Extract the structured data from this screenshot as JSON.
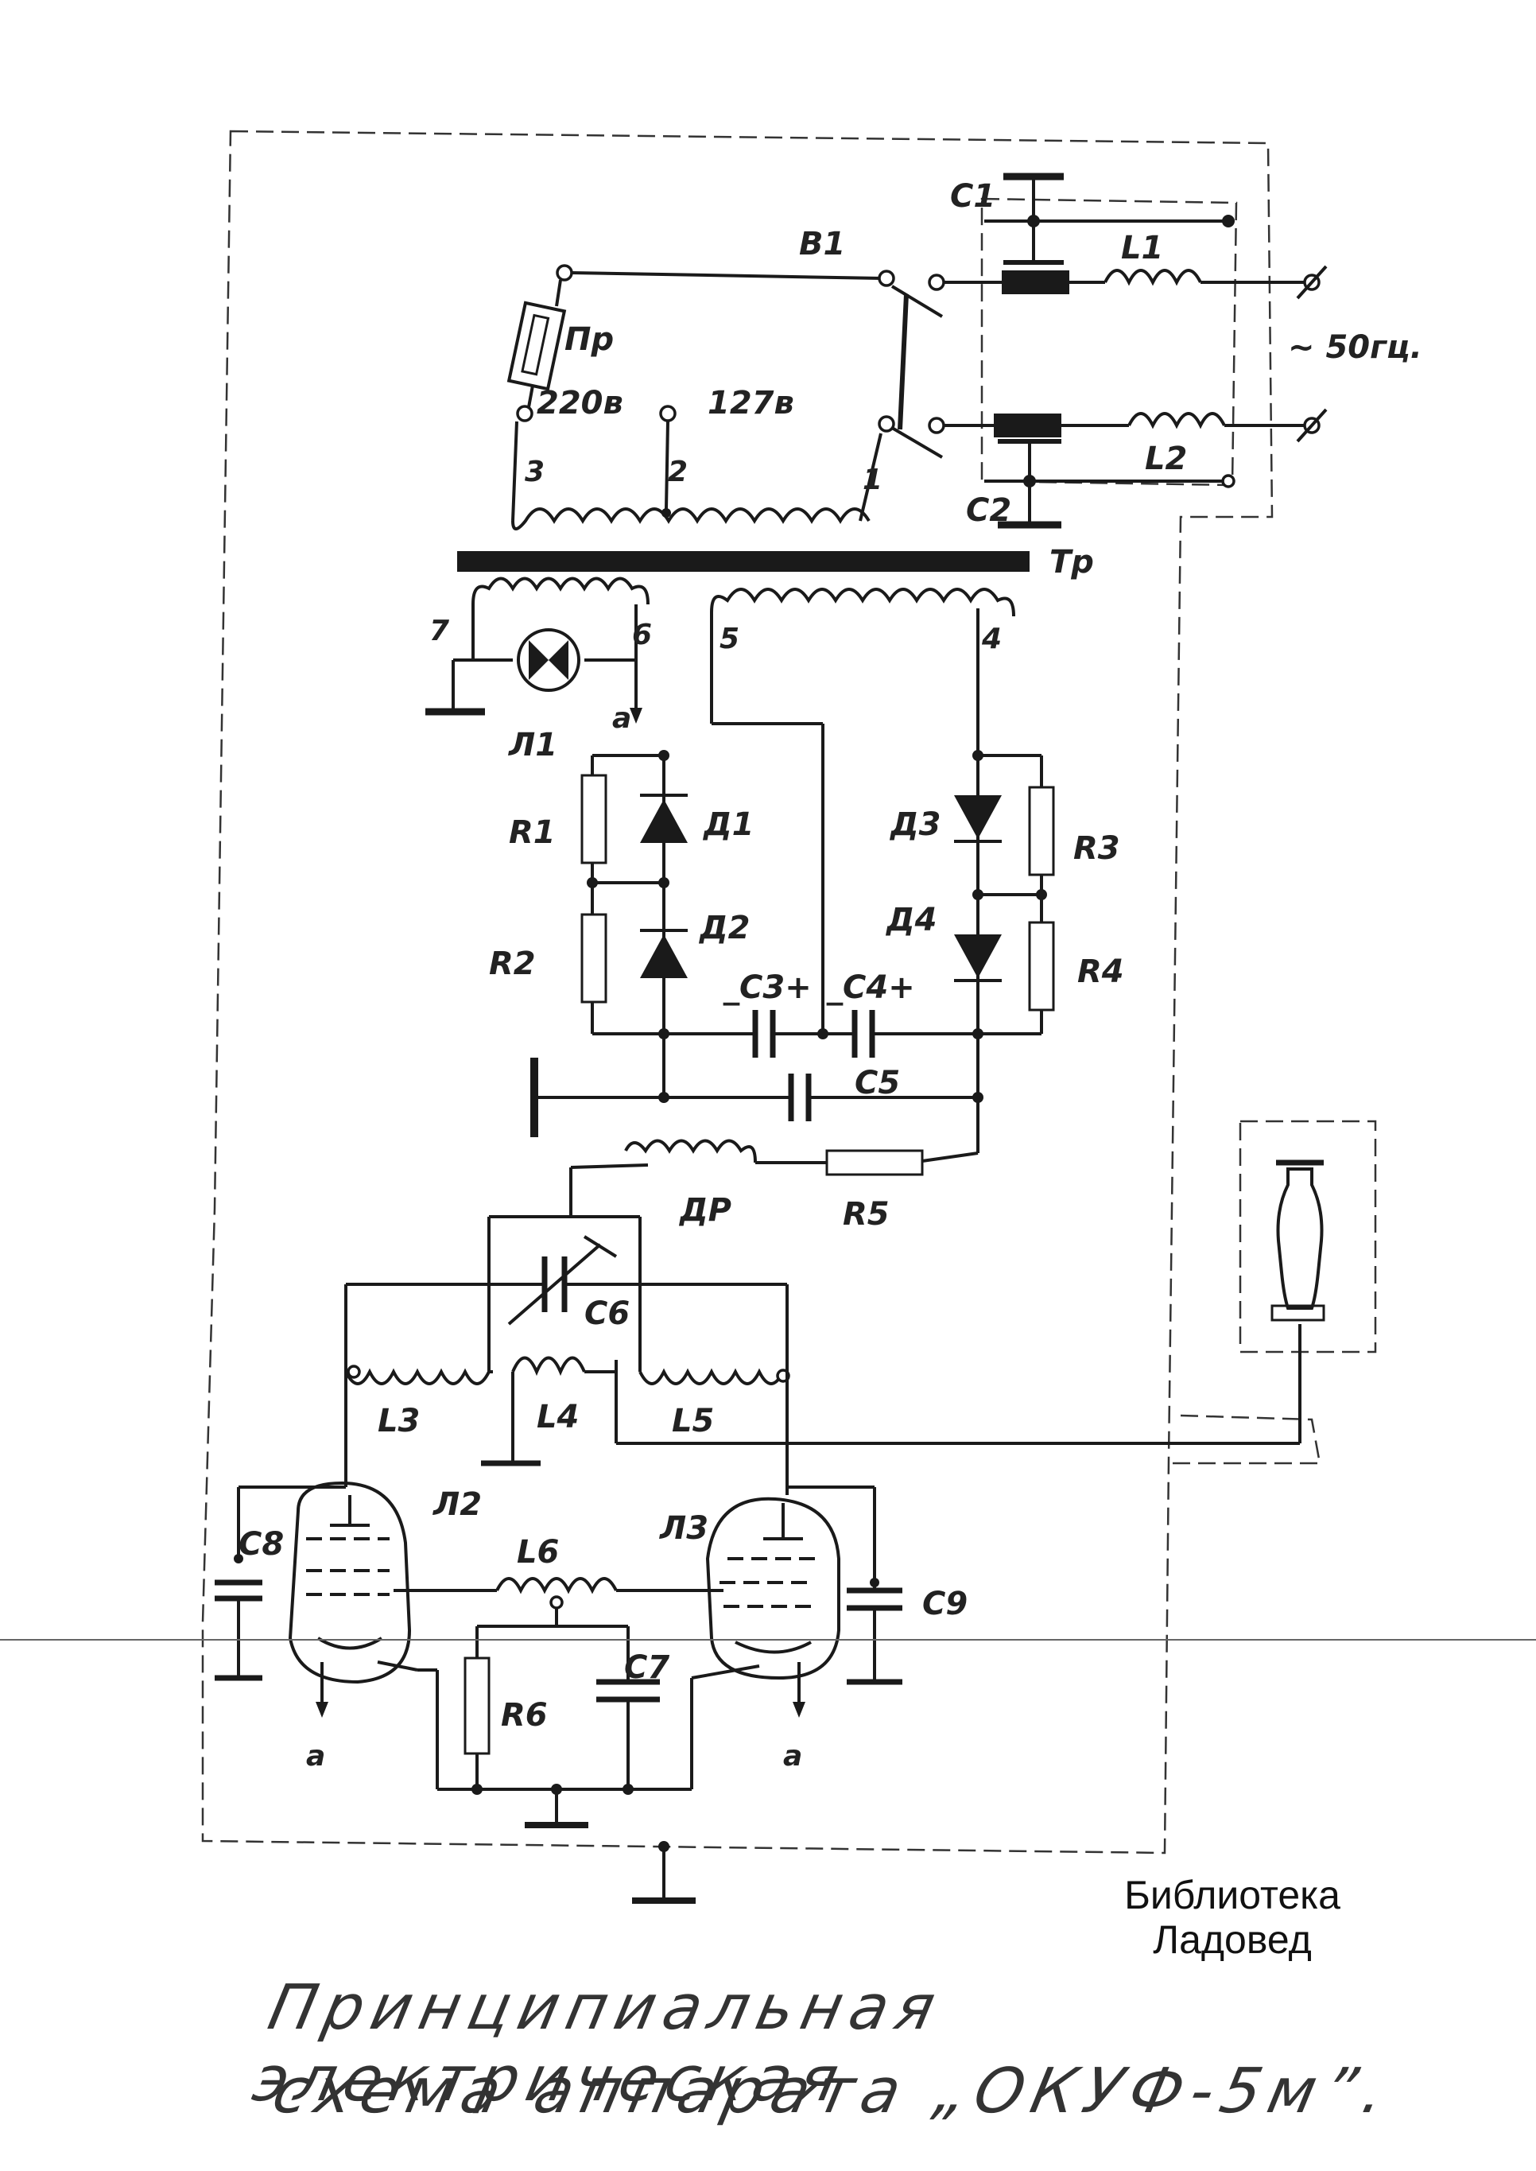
{
  "mains": {
    "switch": "В1",
    "frequency": "~ 50гц."
  },
  "filter": {
    "c1": "С1",
    "c2": "С2",
    "l1": "L1",
    "l2": "L2"
  },
  "transformer": {
    "fuse": "Пр",
    "tap_220": "220в",
    "tap_127": "127в",
    "pin_3": "3",
    "pin_2": "2",
    "pin_1": "1",
    "core": "Тр",
    "pin_7": "7",
    "pin_6": "6",
    "pin_5": "5",
    "pin_4": "4"
  },
  "lamp": {
    "label": "Л1",
    "heater_a": "а"
  },
  "rectifier": {
    "r1": "R1",
    "r2": "R2",
    "r3": "R3",
    "r4": "R4",
    "d1": "Д1",
    "d2": "Д2",
    "d3": "Д3",
    "d4": "Д4",
    "c3": "_С3+",
    "c4": "_С4+",
    "c5": "С5"
  },
  "supply": {
    "choke": "ДР",
    "r5": "R5"
  },
  "oscillator": {
    "c6": "С6",
    "l3": "L3",
    "l4": "L4",
    "l5": "L5",
    "l6": "L6",
    "tube_l2": "Л2",
    "tube_l3": "Л3",
    "c8": "С8",
    "c9": "С9",
    "r6": "R6",
    "c7": "С7",
    "heater_a_left": "а",
    "heater_a_right": "а"
  },
  "library": {
    "line1": "Библиотека",
    "line2": "Ладовед"
  },
  "caption": {
    "line1": "Принципиальная электрическая",
    "line2": "схема аппарата „ОКУФ-5м”."
  }
}
